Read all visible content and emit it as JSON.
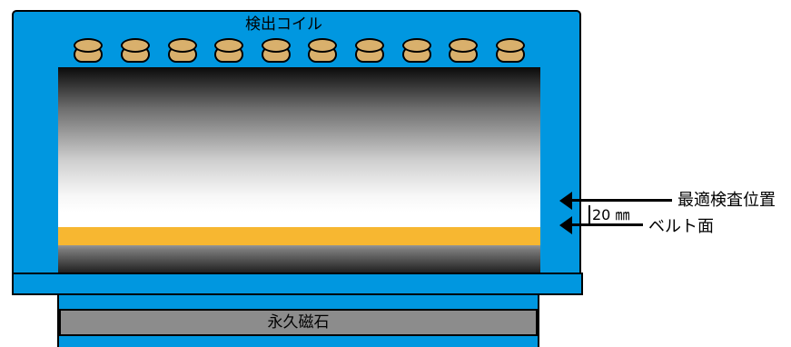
{
  "labels": {
    "coil": "検出コイル",
    "magnet": "永久磁石",
    "optimal_position": "最適検査位置",
    "belt_surface": "ベルト面",
    "distance": "20 ㎜"
  },
  "colors": {
    "housing": "#0097e0",
    "coil": "#d9b06c",
    "belt_band": "#f7b731",
    "magnet": "#8c8c8c"
  },
  "coil_count": 10
}
